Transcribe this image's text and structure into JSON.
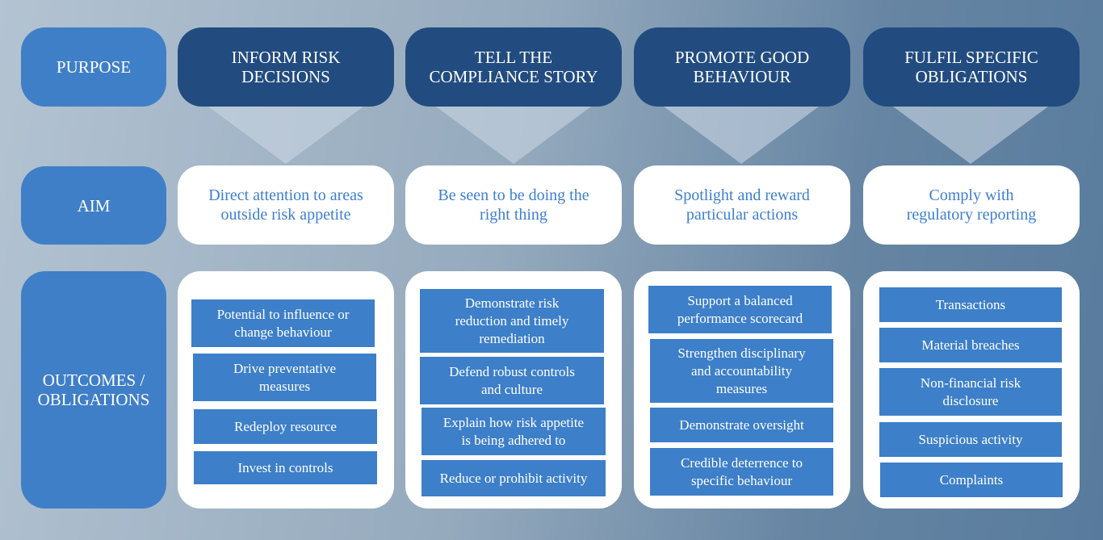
{
  "row_labels": {
    "purpose": "PURPOSE",
    "aim": "AIM",
    "outcomes": "OUTCOMES /\nOBLIGATIONS"
  },
  "columns": [
    {
      "purpose": "INFORM RISK\nDECISIONS",
      "aim": "Direct attention to areas\noutside risk appetite",
      "outcomes": [
        "Potential to influence or\nchange behaviour",
        "Drive preventative\nmeasures",
        "Redeploy resource",
        "Invest in controls"
      ]
    },
    {
      "purpose": "TELL THE\nCOMPLIANCE STORY",
      "aim": "Be seen to be doing the\nright thing",
      "outcomes": [
        "Demonstrate risk\nreduction and timely\nremediation",
        "Defend robust controls\nand culture",
        "Explain how risk appetite\nis being adhered to",
        "Reduce or prohibit activity"
      ]
    },
    {
      "purpose": "PROMOTE GOOD\nBEHAVIOUR",
      "aim": "Spotlight and reward\nparticular actions",
      "outcomes": [
        "Support a balanced\nperformance scorecard",
        "Strengthen disciplinary\nand accountability\nmeasures",
        "Demonstrate oversight",
        "Credible deterrence to\nspecific behaviour"
      ]
    },
    {
      "purpose": "FULFIL SPECIFIC\nOBLIGATIONS",
      "aim": "Comply with\nregulatory reporting",
      "outcomes": [
        "Transactions",
        "Material breaches",
        "Non-financial risk\ndisclosure",
        "Suspicious activity",
        "Complaints"
      ]
    }
  ],
  "colors": {
    "label_fill": "#3f7fc7",
    "purpose_fill": "#224c80",
    "aim_text": "#3d7fce",
    "outcome_fill": "#3d7fc8",
    "connector": "#c9d6e3"
  }
}
